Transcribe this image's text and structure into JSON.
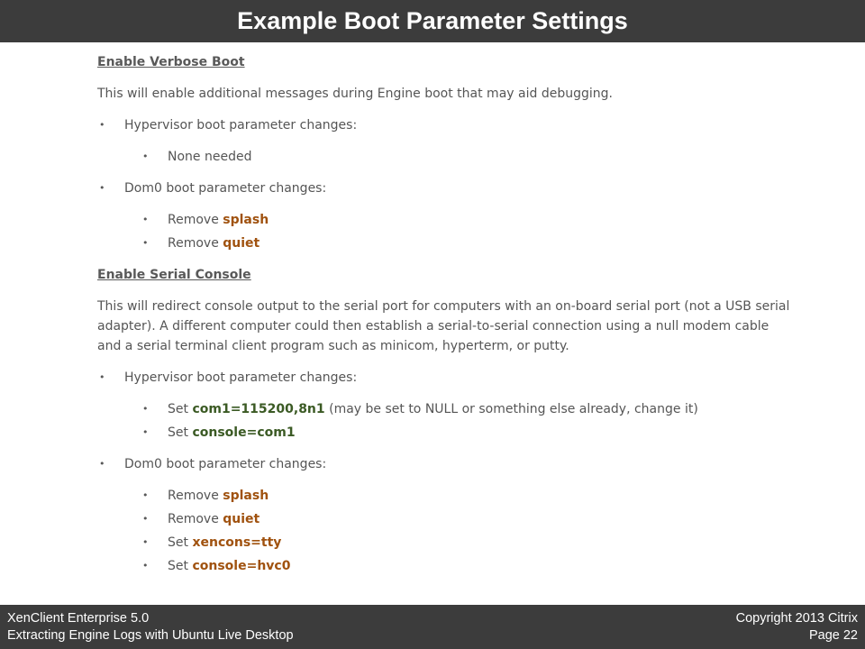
{
  "title": "Example Boot Parameter Settings",
  "section1": {
    "heading": "Enable Verbose Boot",
    "description": "This will enable additional messages during Engine boot that may aid debugging.",
    "hypervisor_label": "Hypervisor boot parameter changes:",
    "hypervisor_items": [
      {
        "text": "None needed"
      }
    ],
    "dom0_label": "Dom0 boot parameter changes:",
    "dom0_items": [
      {
        "prefix": "Remove ",
        "keyword": "splash"
      },
      {
        "prefix": "Remove ",
        "keyword": "quiet"
      }
    ]
  },
  "section2": {
    "heading": "Enable Serial Console",
    "description": "This will redirect console output to the serial port for computers with an on-board serial port (not a USB serial adapter).  A different computer could then establish a serial-to-serial connection using a null modem cable and a serial terminal client program such as minicom, hyperterm, or putty.",
    "hypervisor_label": "Hypervisor boot parameter changes:",
    "hypervisor_items": [
      {
        "prefix": "Set ",
        "keyword": "com1=115200,8n1",
        "suffix": " (may be set to NULL or something else already, change it)"
      },
      {
        "prefix": "Set ",
        "keyword": "console=com1",
        "suffix": ""
      }
    ],
    "dom0_label": "Dom0 boot parameter changes:",
    "dom0_items": [
      {
        "prefix": "Remove ",
        "keyword": "splash"
      },
      {
        "prefix": "Remove ",
        "keyword": "quiet"
      },
      {
        "prefix": "Set ",
        "keyword": "xencons=tty"
      },
      {
        "prefix": "Set ",
        "keyword": "console=hvc0"
      }
    ]
  },
  "bullet_glyph": "•",
  "footer": {
    "product": "XenClient Enterprise 5.0",
    "subtitle": "Extracting Engine Logs with Ubuntu Live Desktop",
    "copyright": "Copyright 2013 Citrix",
    "page": "Page 22"
  },
  "colors": {
    "bar": "#3c3c3c",
    "keyword_orange": "#a0520f",
    "keyword_green": "#3b5a24",
    "body_text": "#555555"
  }
}
